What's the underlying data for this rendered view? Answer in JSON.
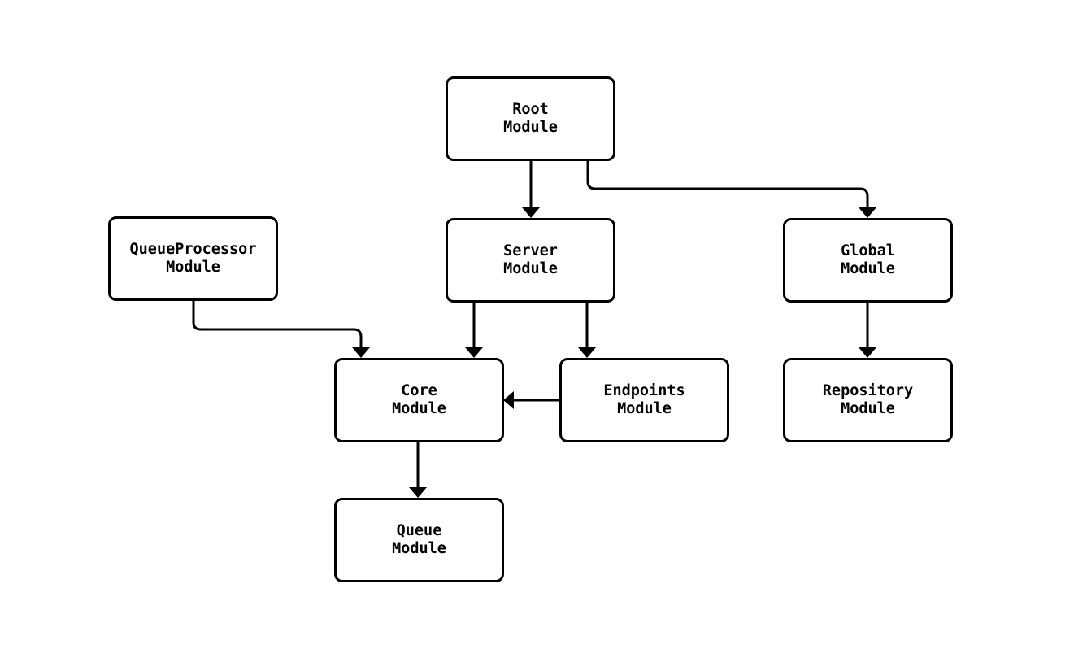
{
  "diagram": {
    "type": "flowchart",
    "direction": "top-down",
    "colors": {
      "background": "#ffffff",
      "node_fill": "#ffffff",
      "node_border": "#000000",
      "edge": "#000000",
      "text": "#000000"
    },
    "nodes": [
      {
        "id": "root",
        "label": "Root Module",
        "lines": [
          "Root",
          "Module"
        ]
      },
      {
        "id": "queueprocessor",
        "label": "QueueProcessor Module",
        "lines": [
          "QueueProcessor",
          "Module"
        ]
      },
      {
        "id": "server",
        "label": "Server Module",
        "lines": [
          "Server",
          "Module"
        ]
      },
      {
        "id": "global",
        "label": "Global Module",
        "lines": [
          "Global",
          "Module"
        ]
      },
      {
        "id": "core",
        "label": "Core Module",
        "lines": [
          "Core",
          "Module"
        ]
      },
      {
        "id": "endpoints",
        "label": "Endpoints Module",
        "lines": [
          "Endpoints",
          "Module"
        ]
      },
      {
        "id": "repository",
        "label": "Repository Module",
        "lines": [
          "Repository",
          "Module"
        ]
      },
      {
        "id": "queue",
        "label": "Queue Module",
        "lines": [
          "Queue",
          "Module"
        ]
      }
    ],
    "edges": [
      {
        "from": "root",
        "to": "server"
      },
      {
        "from": "root",
        "to": "global"
      },
      {
        "from": "queueprocessor",
        "to": "core"
      },
      {
        "from": "server",
        "to": "core"
      },
      {
        "from": "server",
        "to": "endpoints"
      },
      {
        "from": "endpoints",
        "to": "core"
      },
      {
        "from": "global",
        "to": "repository"
      },
      {
        "from": "core",
        "to": "queue"
      }
    ]
  }
}
